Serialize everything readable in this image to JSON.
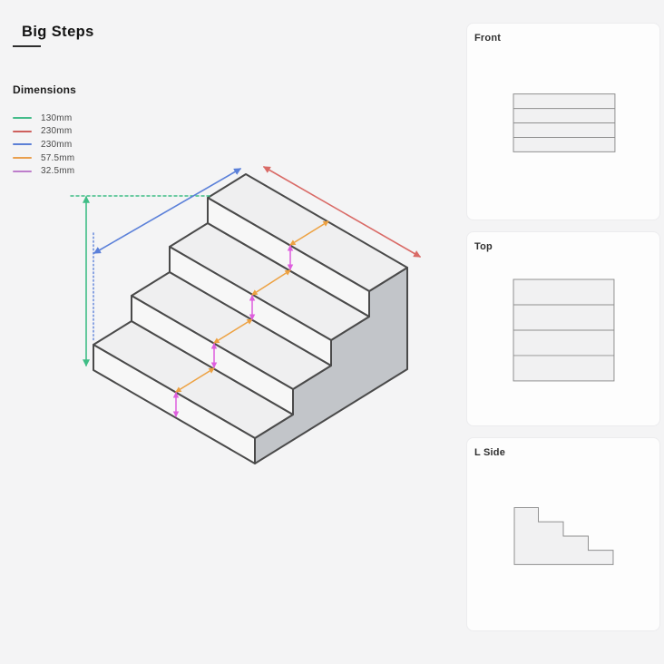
{
  "header": {
    "title": "Big Steps"
  },
  "dimensions": {
    "heading": "Dimensions",
    "items": [
      {
        "label": "130mm",
        "color": "#45bc8b"
      },
      {
        "label": "230mm",
        "color": "#ce605d"
      },
      {
        "label": "230mm",
        "color": "#5c80d6"
      },
      {
        "label": "57.5mm",
        "color": "#e9a04f"
      },
      {
        "label": "32.5mm",
        "color": "#bd7dcb"
      }
    ]
  },
  "drawing": {
    "colors": {
      "tread_face": "#efeff0",
      "riser_face": "#f7f7f7",
      "side_face": "#c2c5c9",
      "outline": "#4a4a4a",
      "height_line": "#3fbd86",
      "width_line": "#d96a66",
      "depth_line": "#5b80d9",
      "tread_line": "#eda141",
      "riser_line": "#de5ede"
    }
  },
  "views": [
    {
      "label": "Front"
    },
    {
      "label": "Top"
    },
    {
      "label": "L Side"
    }
  ]
}
